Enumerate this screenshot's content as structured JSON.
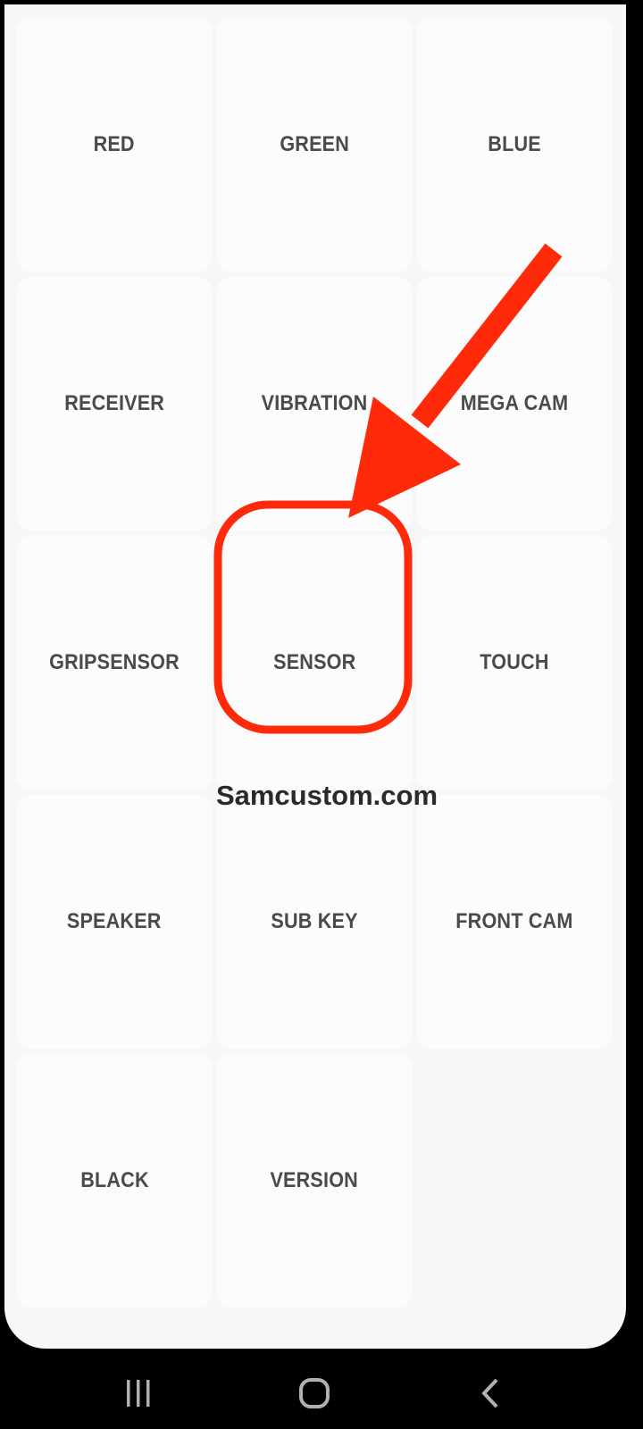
{
  "tiles": [
    {
      "label": "RED"
    },
    {
      "label": "GREEN"
    },
    {
      "label": "BLUE"
    },
    {
      "label": "RECEIVER"
    },
    {
      "label": "VIBRATION"
    },
    {
      "label": "MEGA CAM"
    },
    {
      "label": "GRIPSENSOR"
    },
    {
      "label": "SENSOR"
    },
    {
      "label": "TOUCH"
    },
    {
      "label": "SPEAKER"
    },
    {
      "label": "SUB KEY"
    },
    {
      "label": "FRONT CAM"
    },
    {
      "label": "BLACK"
    },
    {
      "label": "VERSION"
    }
  ],
  "watermark": "Samcustom.com",
  "annotation": {
    "color": "#ff2a0a",
    "highlighted_tile": "SENSOR"
  },
  "navbar": {
    "recents_icon": "recents-icon",
    "home_icon": "home-icon",
    "back_icon": "back-chevron-icon"
  },
  "colors": {
    "screen_bg": "#f7f7f7",
    "tile_bg": "#fcfcfc",
    "tile_text": "#4a4a4a",
    "nav_bg": "#000000",
    "nav_icon": "#b0b0b0"
  }
}
